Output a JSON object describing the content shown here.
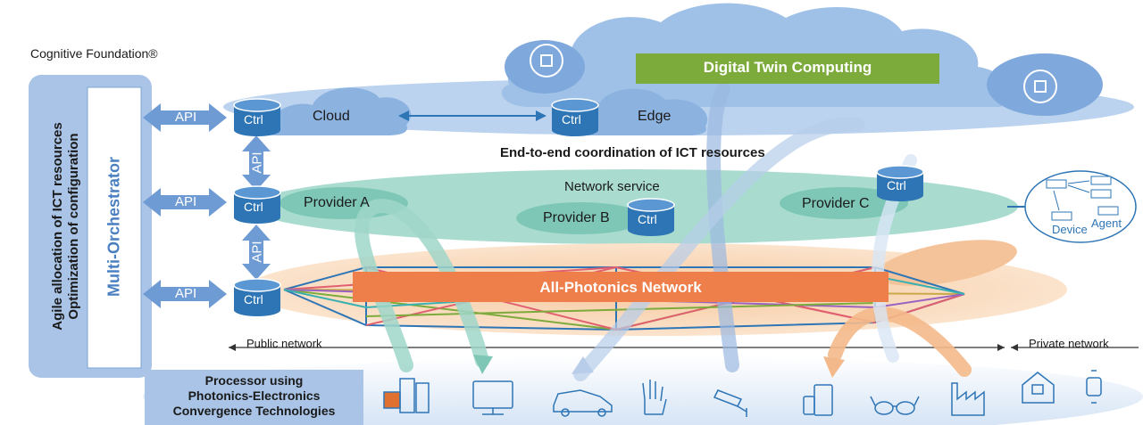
{
  "foundation_label": "Cognitive Foundation®",
  "left_panel": {
    "rotated_line1": "Agile allocation of ICT resources",
    "rotated_line2": "Optimization of configuration",
    "orchestrator": "Multi-Orchestrator"
  },
  "api_label": "API",
  "ctrl_label": "Ctrl",
  "cloud_label": "Cloud",
  "edge_label": "Edge",
  "digital_twin": "Digital Twin Computing",
  "e2e_title": "End-to-end coordination of ICT resources",
  "network_service": "Network service",
  "providers": [
    "Provider A",
    "Provider B",
    "Provider C"
  ],
  "apn": "All-Photonics Network",
  "public_network": "Public network",
  "private_network": "Private network",
  "processor_box": [
    "Processor using",
    "Photonics-Electronics",
    "Convergence Technologies"
  ],
  "device_label": "Device",
  "agent_label": "Agent",
  "colors": {
    "panel_blue": "#a9c4e6",
    "orchestrator_blue": "#4a7fc1",
    "ctrl_blue": "#2e75b6",
    "green_box": "#7cab3c",
    "apn_orange": "#f08040",
    "teal_band": "#9fd6c9"
  },
  "icons": [
    "chip-server-icon",
    "monitor-icon",
    "car-icon",
    "robot-hand-icon",
    "camera-icon",
    "mobile-devices-icon",
    "glasses-icon",
    "factory-icon",
    "home-icon",
    "watch-icon",
    "ai-head-icon"
  ]
}
